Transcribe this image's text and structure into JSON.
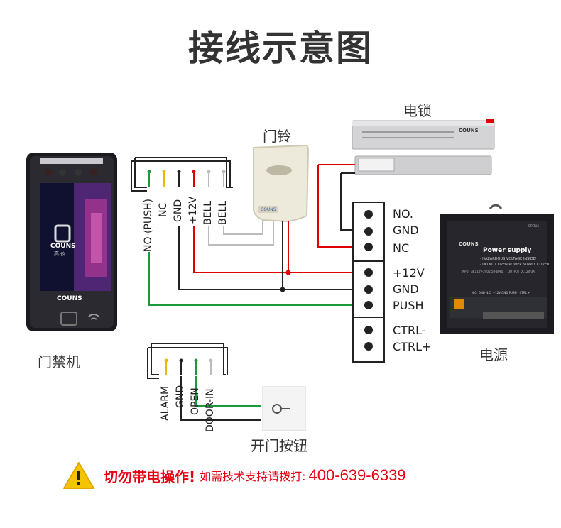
{
  "title": "接线示意图",
  "labels": {
    "lock": "电锁",
    "bell": "门铃",
    "controller": "门禁机",
    "power": "电源",
    "exit_button": "开门按钮"
  },
  "device": {
    "brand": "COUNS",
    "brand_sub": "高 仪",
    "bottom_brand": "COUNS"
  },
  "bell_brand": "COUNS",
  "lock_brand": "COUNS",
  "power_supply": {
    "brand": "COUNS",
    "name": "Power supply",
    "warning1": "· HAZARDOUS VOLTAGE INSIDE!",
    "warning2": "· DO NOT OPEN POWER SUPPLY COVER!",
    "input": "INPUT AC110V-240V/50-60Hz",
    "output": "OUTPUT DC12V/3A",
    "status": "STATUS",
    "terminals": "N.O.  GND  N.C.  +12V  GND  PUSH  -  CTRL  +"
  },
  "controller_terminals": [
    "NO (PUSH)",
    "NC",
    "GND",
    "+12V",
    "BELL",
    "BELL"
  ],
  "controller_terminals_2": [
    "ALARM",
    "GND",
    "OPEN",
    "DOOR-IN"
  ],
  "terminal_block": [
    "NO.",
    "GND",
    "NC",
    "+12V",
    "GND",
    "PUSH",
    "CTRL-",
    "CTRL+"
  ],
  "wire_colors": {
    "red": "#e00000",
    "green": "#1a9a3a",
    "black": "#222222",
    "gray": "#bbbbbb",
    "yellow": "#e6b800"
  },
  "warning": {
    "main": "切勿带电操作!",
    "sub": "如需技术支持请拨打:",
    "phone": "400-639-6339"
  }
}
